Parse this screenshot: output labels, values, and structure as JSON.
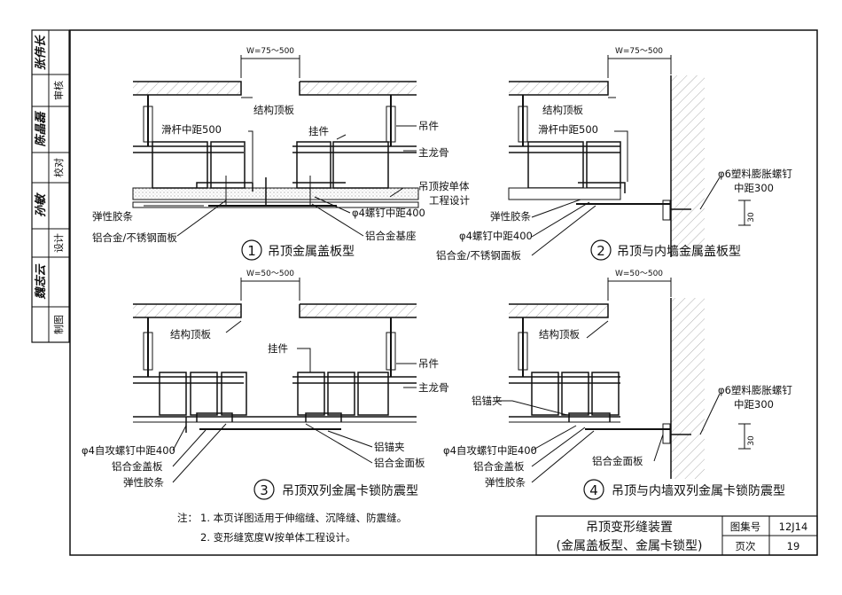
{
  "side_block": {
    "rows": [
      {
        "label": "审核",
        "signature": "张伟长"
      },
      {
        "label": "校对",
        "signature": "陈晶磊"
      },
      {
        "label": "设计",
        "signature": "孙敏"
      },
      {
        "label": "制图",
        "signature": "魏志云"
      }
    ]
  },
  "widths": {
    "w_75_500": "W=75～500",
    "w_50_500": "W=50～500"
  },
  "labels": {
    "struct_slab": "结构顶板",
    "hanger": "吊件",
    "hanging_piece": "挂件",
    "main_keel": "主龙骨",
    "slide_rod": "滑杆中距500",
    "ceiling_by_project_1": "吊顶按单体",
    "ceiling_by_project_2": "工程设计",
    "elastic_strip": "弹性胶条",
    "alu_panel": "铝合金/不锈钢面板",
    "screw_400": "φ4螺钉中距400",
    "alu_base": "铝合金基座",
    "plastic_bolt_1": "φ6塑料膨胀螺钉",
    "plastic_bolt_2": "中距300",
    "dim_30": "30",
    "self_tapping": "φ4自攻螺钉中距400",
    "alu_cover": "铝合金盖板",
    "alu_clip": "铝锚夹",
    "alu_face": "铝合金面板"
  },
  "captions": {
    "d1_num": "1",
    "d1": "吊顶金属盖板型",
    "d2_num": "2",
    "d2": "吊顶与内墙金属盖板型",
    "d3_num": "3",
    "d3": "吊顶双列金属卡锁防震型",
    "d4_num": "4",
    "d4": "吊顶与内墙双列金属卡锁防震型"
  },
  "notes": {
    "prefix": "注：",
    "n1": "1. 本页详图适用于伸缩缝、沉降缝、防震缝。",
    "n2": "2. 变形缝宽度W按单体工程设计。"
  },
  "title_block": {
    "title1": "吊顶变形缝装置",
    "title2": "(金属盖板型、金属卡锁型)",
    "atlas_label": "图集号",
    "atlas_no": "12J14",
    "page_label": "页次",
    "page_no": "19"
  }
}
